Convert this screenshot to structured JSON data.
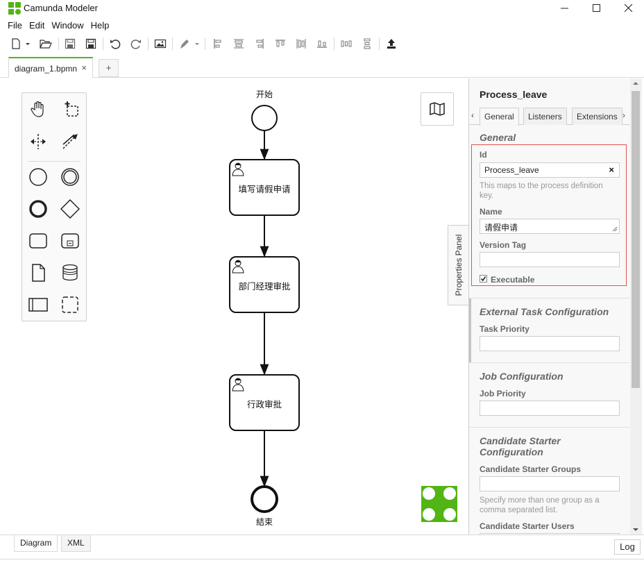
{
  "window": {
    "title": "Camunda Modeler"
  },
  "menu": [
    "File",
    "Edit",
    "Window",
    "Help"
  ],
  "tabs": {
    "active": "diagram_1.bpmn",
    "close": "×",
    "add": "+"
  },
  "diagram": {
    "start_label": "开始",
    "end_label": "結束",
    "tasks": [
      "填写请假申请",
      "部门经理审批",
      "行政审批"
    ]
  },
  "props_toggle": "Properties Panel",
  "props": {
    "title": "Process_leave",
    "tabs": [
      "General",
      "Listeners",
      "Extensions"
    ],
    "general": {
      "heading": "General",
      "id_label": "Id",
      "id_value": "Process_leave",
      "id_hint": "This maps to the process definition key.",
      "name_label": "Name",
      "name_value": "请假申请",
      "version_label": "Version Tag",
      "version_value": "",
      "executable_label": "Executable",
      "executable_checked": true
    },
    "external": {
      "heading": "External Task Configuration",
      "priority_label": "Task Priority"
    },
    "job": {
      "heading": "Job Configuration",
      "priority_label": "Job Priority"
    },
    "starter": {
      "heading": "Candidate Starter Configuration",
      "groups_label": "Candidate Starter Groups",
      "groups_hint": "Specify more than one group as a comma separated list.",
      "users_label": "Candidate Starter Users"
    }
  },
  "bottom": {
    "diagram": "Diagram",
    "xml": "XML",
    "log": "Log"
  },
  "colors": {
    "accent": "#52b415",
    "highlight": "#e2524e"
  }
}
